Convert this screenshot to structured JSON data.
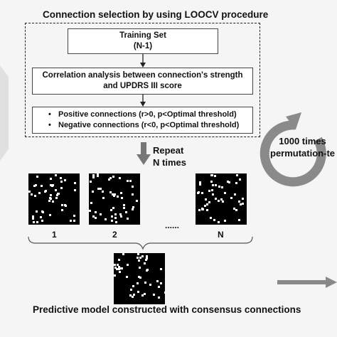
{
  "title": "Connection selection by using LOOCV procedure",
  "steps": {
    "training_set": [
      "Training Set",
      "(N-1)"
    ],
    "correlation": [
      "Correlation analysis between connection's strength",
      "and UPDRS III score"
    ],
    "connections": [
      "Positive connections (r>0, p<Optimal threshold)",
      "Negative connections (r<0, p<Optimal threshold)"
    ]
  },
  "repeat": [
    "Repeat",
    "N times"
  ],
  "matrices": {
    "labels": [
      "1",
      "2",
      "N"
    ],
    "ellipsis": "......"
  },
  "final_label": "Predictive model constructed with consensus connections",
  "permutation": [
    "1000 times",
    "permutation-te"
  ],
  "colors": {
    "arrow": "#777777",
    "cycle_icon": "#8a8a8a",
    "matrix_bg": "#000000",
    "matrix_dot": "#ffffff"
  }
}
